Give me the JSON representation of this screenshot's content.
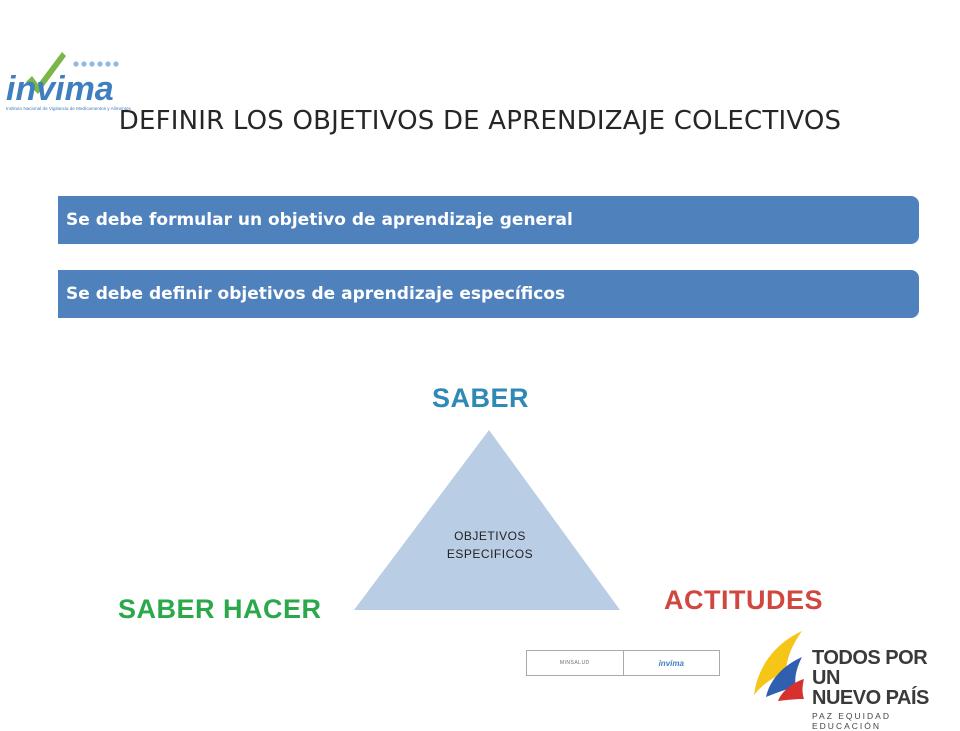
{
  "header": {
    "logo_name": "invima",
    "logo_subtitle": "Instituto Nacional de Vigilancia de Medicamentos y Alimentos",
    "title": "DEFINIR LOS OBJETIVOS DE APRENDIZAJE COLECTIVOS"
  },
  "bars": [
    {
      "text": "Se debe formular un objetivo de aprendizaje general"
    },
    {
      "text": "Se debe definir objetivos de aprendizaje específicos"
    }
  ],
  "triangle": {
    "center_line1": "OBJETIVOS",
    "center_line2": "ESPECIFICOS",
    "top": "SABER",
    "left": "SABER HACER",
    "right": "ACTITUDES"
  },
  "footer": {
    "gov_label": "MINSALUD",
    "invima_label": "invima",
    "brand_line1": "TODOS POR UN",
    "brand_line2": "NUEVO PAÍS",
    "brand_line3": "PAZ  EQUIDAD  EDUCACIÓN"
  },
  "colors": {
    "bar": "#4f81bd",
    "triangle": "#b9cde5",
    "saber": "#2e89b7",
    "saber_hacer": "#2aa84a",
    "actitudes": "#d0473f"
  }
}
